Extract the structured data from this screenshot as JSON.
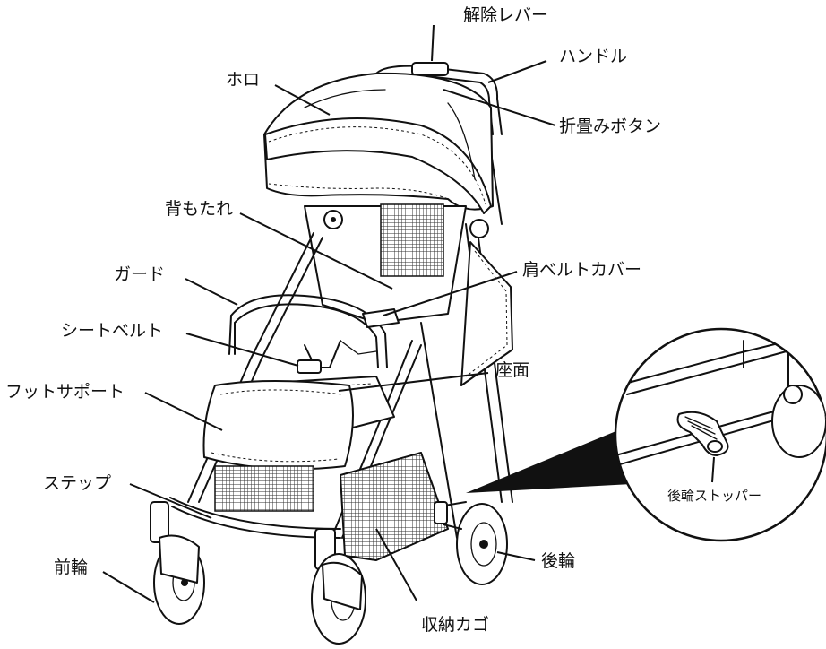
{
  "labels": {
    "release_lever": "解除レバー",
    "handle": "ハンドル",
    "canopy": "ホロ",
    "fold_button": "折畳みボタン",
    "backrest": "背もたれ",
    "guard": "ガード",
    "shoulder_belt_cover": "肩ベルトカバー",
    "seat_belt": "シートベルト",
    "seat_surface": "座面",
    "foot_support": "フットサポート",
    "step": "ステップ",
    "rear_wheel_stopper": "後輪ストッパー",
    "front_wheel": "前輪",
    "rear_wheel": "後輪",
    "storage_basket": "収納カゴ"
  }
}
